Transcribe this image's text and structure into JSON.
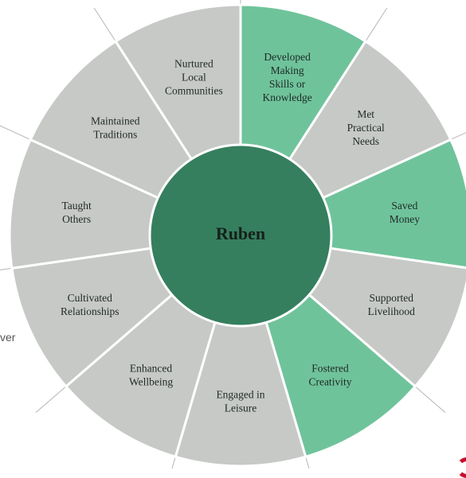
{
  "diagram": {
    "center": {
      "label": "Ruben"
    },
    "segments": [
      {
        "lines": [
          "Developed",
          "Making",
          "Skills or",
          "Knowledge"
        ],
        "highlighted": true
      },
      {
        "lines": [
          "Met",
          "Practical",
          "Needs"
        ],
        "highlighted": false
      },
      {
        "lines": [
          "Saved",
          "Money"
        ],
        "highlighted": true
      },
      {
        "lines": [
          "Supported",
          "Livelihood"
        ],
        "highlighted": false
      },
      {
        "lines": [
          "Fostered",
          "Creativity"
        ],
        "highlighted": true
      },
      {
        "lines": [
          "Engaged in",
          "Leisure"
        ],
        "highlighted": false
      },
      {
        "lines": [
          "Enhanced",
          "Wellbeing"
        ],
        "highlighted": false
      },
      {
        "lines": [
          "Cultivated",
          "Relationships"
        ],
        "highlighted": false
      },
      {
        "lines": [
          "Taught",
          "Others"
        ],
        "highlighted": false
      },
      {
        "lines": [
          "Maintained",
          "Traditions"
        ],
        "highlighted": false
      },
      {
        "lines": [
          "Nurtured",
          "Local",
          "Communities"
        ],
        "highlighted": false
      }
    ],
    "colors": {
      "highlighted": "#6fc39b",
      "default": "#c7c9c6",
      "center": "#357f5e",
      "border": "#ffffff",
      "ring_line": "#b5b5b5"
    }
  },
  "partial_text": "ver"
}
